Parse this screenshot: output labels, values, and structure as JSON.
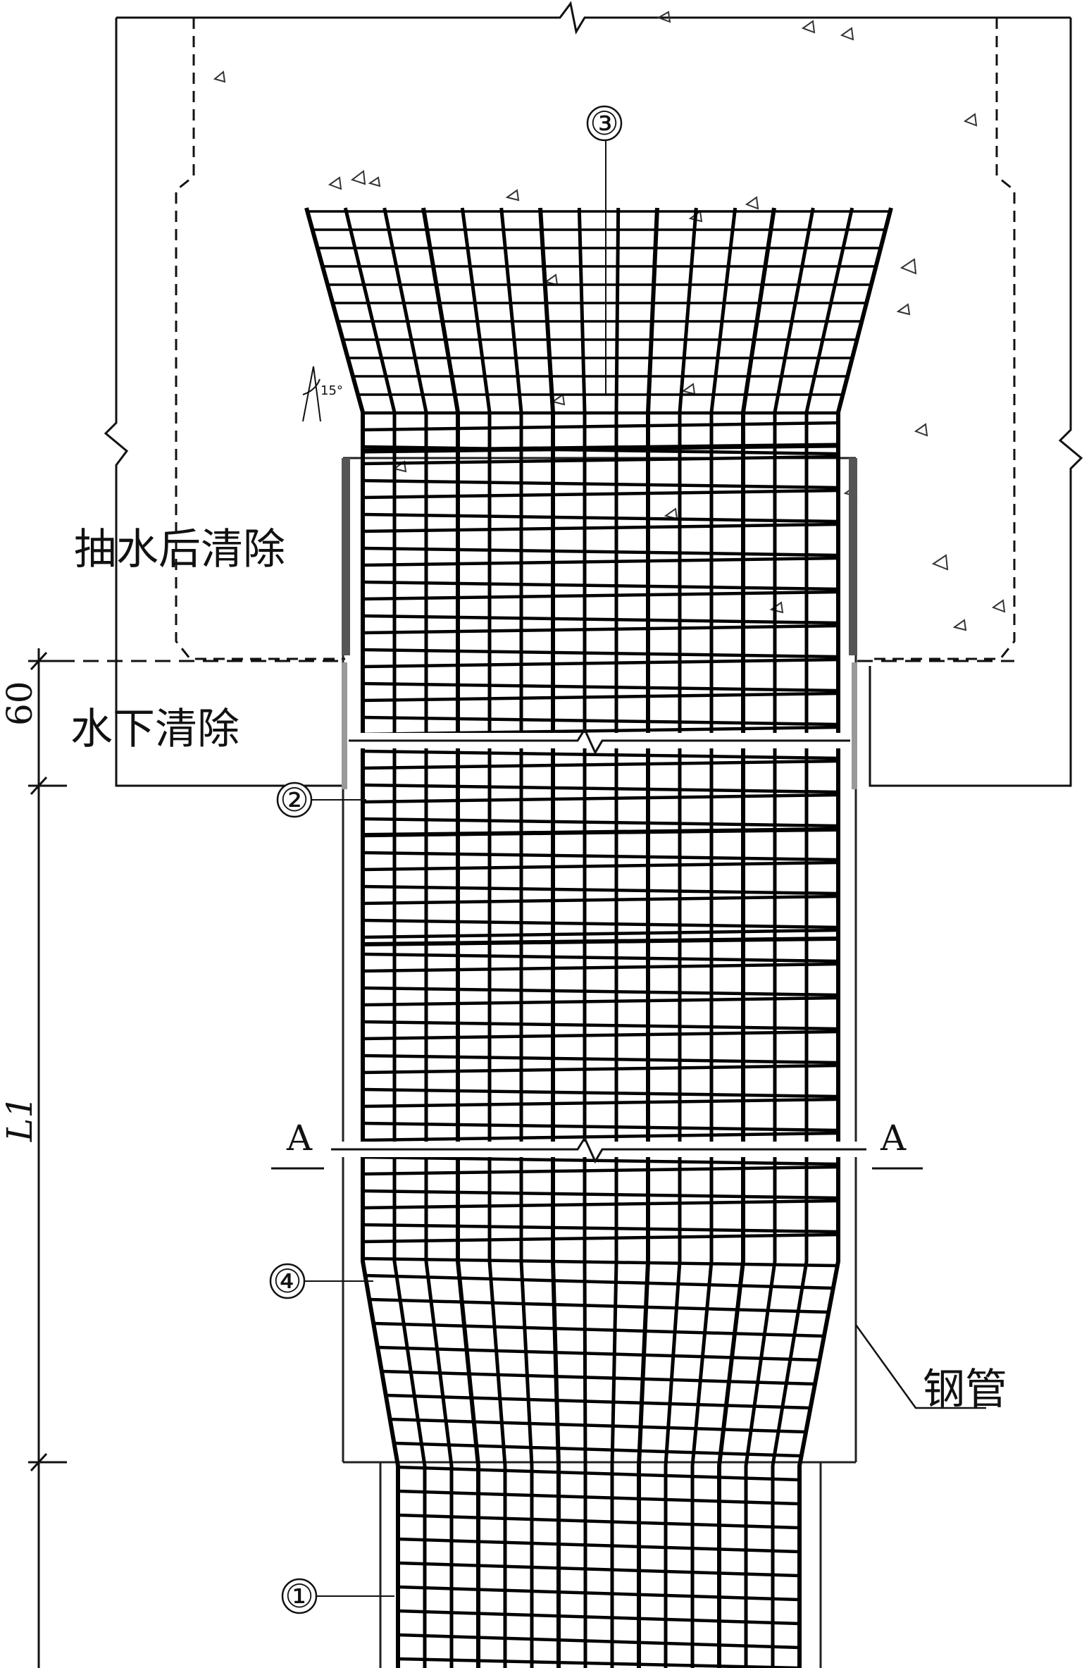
{
  "labels": {
    "drain_clear": "抽水后清除",
    "underwater_clear": "水下清除",
    "steel_pipe": "钢管",
    "dim_60": "60",
    "dim_L1": "L1",
    "section_left": "A",
    "section_right": "A",
    "angle": "15°"
  },
  "callouts": {
    "c1": "①",
    "c2": "②",
    "c3": "③",
    "c4": "④"
  },
  "colors": {
    "line": "#111111",
    "rebar": "#000000",
    "concrete_fill": "#ffffff",
    "pipe": "#222222"
  }
}
